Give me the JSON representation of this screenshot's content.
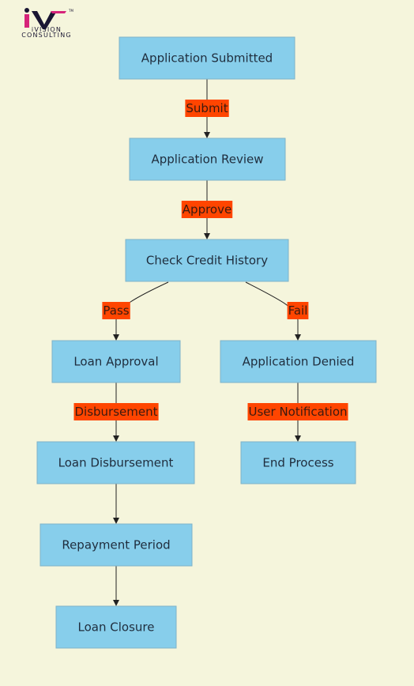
{
  "logo": {
    "line1": "iVISION",
    "line2": "CONSULTING"
  },
  "colors": {
    "background": "#f5f5dc",
    "node_fill": "#87ceeb",
    "edge_label": "#ff4500"
  },
  "nodes": [
    {
      "id": "submitted",
      "label": "Application Submitted"
    },
    {
      "id": "review",
      "label": "Application Review"
    },
    {
      "id": "credit",
      "label": "Check Credit History"
    },
    {
      "id": "approval",
      "label": "Loan Approval"
    },
    {
      "id": "denied",
      "label": "Application Denied"
    },
    {
      "id": "disbursement",
      "label": "Loan Disbursement"
    },
    {
      "id": "end",
      "label": "End Process"
    },
    {
      "id": "repayment",
      "label": "Repayment Period"
    },
    {
      "id": "closure",
      "label": "Loan Closure"
    }
  ],
  "edges": [
    {
      "id": "e1",
      "from": "submitted",
      "to": "review",
      "label": "Submit"
    },
    {
      "id": "e2",
      "from": "review",
      "to": "credit",
      "label": "Approve"
    },
    {
      "id": "e3",
      "from": "credit",
      "to": "approval",
      "label": "Pass"
    },
    {
      "id": "e4",
      "from": "credit",
      "to": "denied",
      "label": "Fail"
    },
    {
      "id": "e5",
      "from": "approval",
      "to": "disbursement",
      "label": "Disbursement"
    },
    {
      "id": "e6",
      "from": "denied",
      "to": "end",
      "label": "User Notification"
    },
    {
      "id": "e7",
      "from": "disbursement",
      "to": "repayment",
      "label": ""
    },
    {
      "id": "e8",
      "from": "repayment",
      "to": "closure",
      "label": ""
    }
  ]
}
